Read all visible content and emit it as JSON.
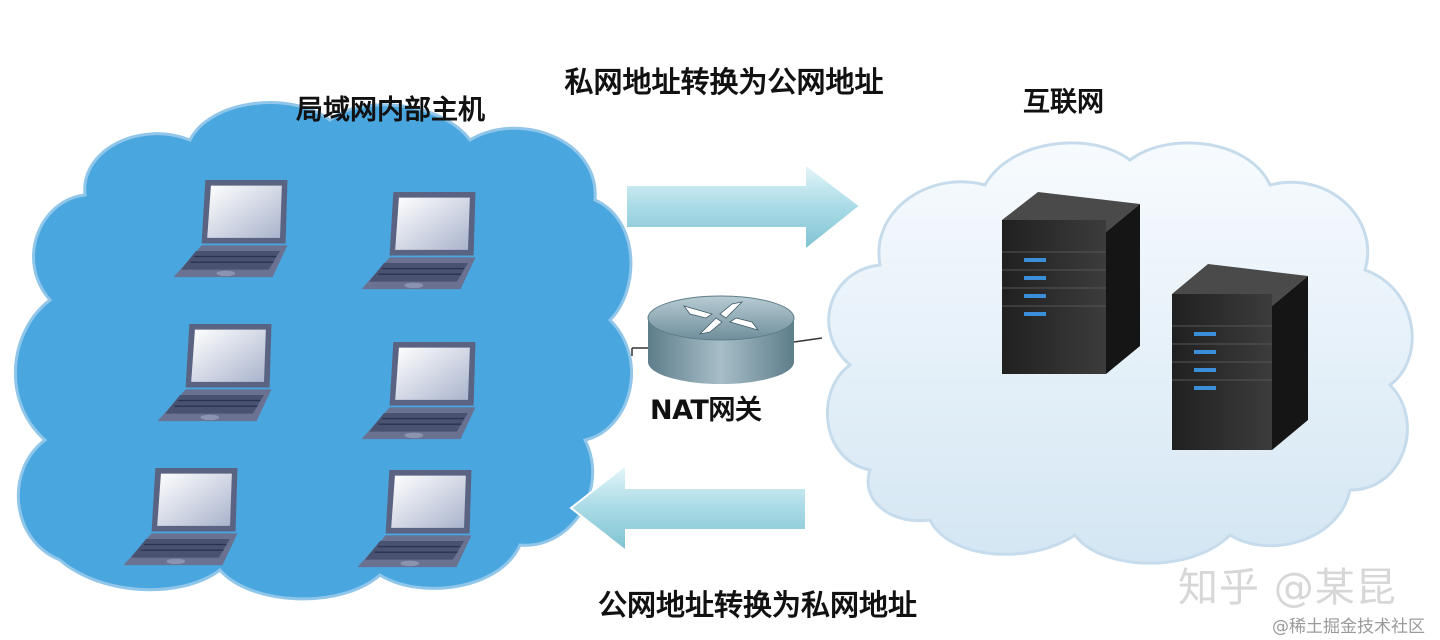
{
  "lan": {
    "title": "局域网内部主机",
    "hosts": 6
  },
  "internet": {
    "title": "互联网",
    "servers": 2
  },
  "gateway": {
    "label": "NAT网关"
  },
  "arrows": {
    "outbound_caption": "私网地址转换为公网地址",
    "inbound_caption": "公网地址转换为私网地址"
  },
  "watermark": {
    "main": "知乎 @某昆",
    "sub": "@稀土掘金技术社区"
  },
  "colors": {
    "lan_cloud": "#4aa6de",
    "internet_cloud": "#e6f1f9",
    "arrow": "#a9dbe6",
    "router": "#7d9aa6",
    "server": "#2b2b2b",
    "server_led": "#3a8fd8"
  }
}
